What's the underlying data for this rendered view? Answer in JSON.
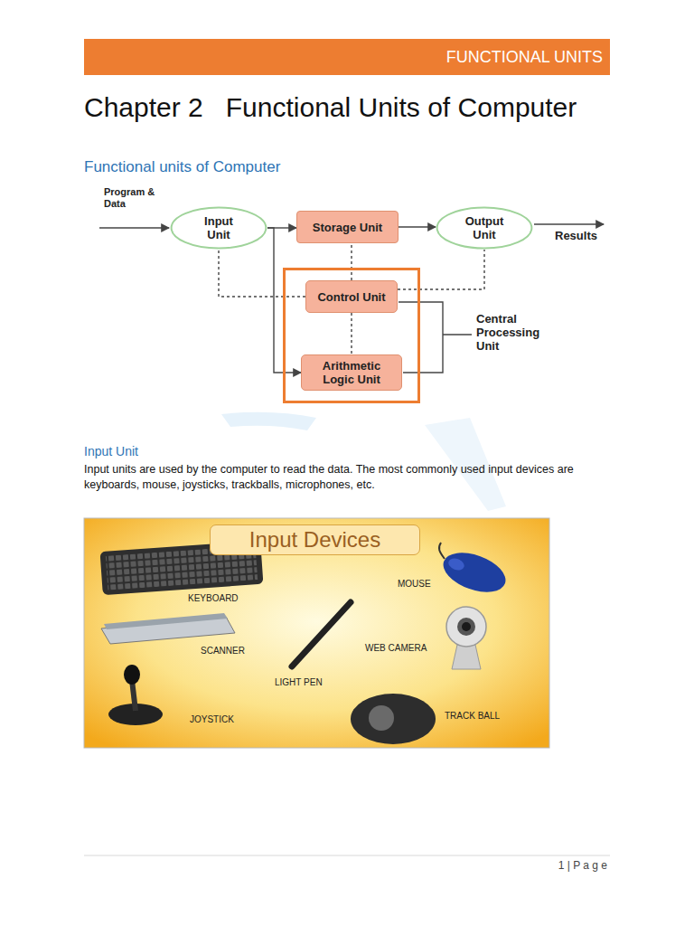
{
  "diagram": {
    "title": "Chapter 2   Functional Units of Computer",
    "nodes": [
      {
        "text": [
          "Input Unit"
        ]
      },
      {
        "text": [
          "Storage Unit"
        ]
      },
      {
        "text": [
          "Output Unit"
        ]
      },
      {
        "text": [
          "Central Processing Unit"
        ]
      },
      {
        "text": [
          "Control Unit"
        ],
        "in": 3
      },
      {
        "text": [
          "Arithmetic Logic Unit"
        ],
        "in": 3
      },
      {
        "text": [
          "Input Devices"
        ]
      }
    ],
    "edges": [
      {
        "from": 0,
        "to": 1,
        "arrow": "to"
      },
      {
        "from": 1,
        "to": 2,
        "arrow": "to"
      },
      {
        "from": 0,
        "to": 5,
        "arrow": "to"
      },
      {
        "from": 4,
        "to": 0,
        "arrow": "none"
      },
      {
        "from": 4,
        "to": 1,
        "arrow": "none"
      },
      {
        "from": 4,
        "to": 2,
        "arrow": "none"
      },
      {
        "from": 4,
        "to": 5,
        "arrow": "none"
      }
    ],
    "labels": [
      "FUNCTIONAL UNITS",
      "Functional units of Computer",
      "Program & Data",
      "Results",
      "Input Unit",
      "Input units are used by the computer to read the data. The most commonly used input devices are keyboards, mouse, joysticks, trackballs, microphones, etc.",
      "KEYBOARD",
      "MOUSE",
      "SCANNER",
      "WEB CAMERA",
      "LIGHT PEN",
      "JOYSTICK",
      "TRACK BALL",
      "1 | P a g e"
    ]
  }
}
